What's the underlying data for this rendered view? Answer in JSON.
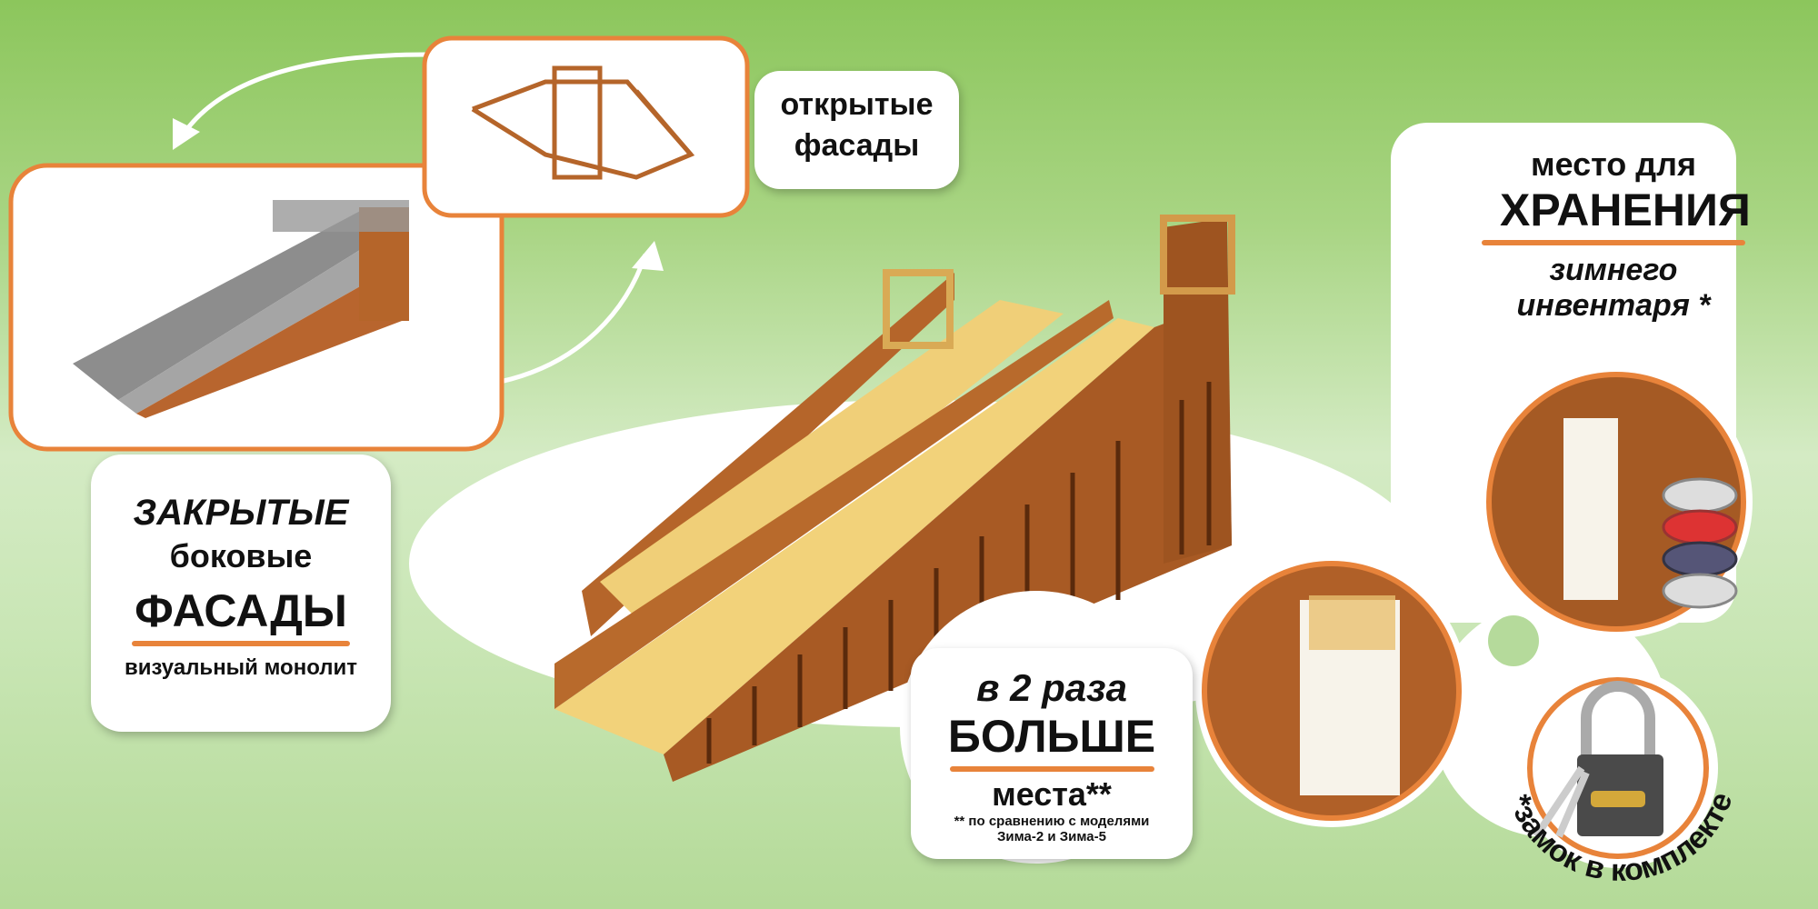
{
  "top_label": {
    "line1": "открытые",
    "line2": "фасады"
  },
  "left_label": {
    "line1": "ЗАКРЫТЫЕ",
    "line2": "боковые",
    "line3": "ФАСАДЫ",
    "line4": "визуальный монолит"
  },
  "storage_label": {
    "line1": "место для",
    "line2": "ХРАНЕНИЯ",
    "line3": "зимнего",
    "line4": "инвентаря *"
  },
  "space_label": {
    "line1": "в 2 раза",
    "line2": "БОЛЬШЕ",
    "line3": "места**",
    "footnote1": "** по сравнению с моделями",
    "footnote2": "Зима-2 и Зима-5"
  },
  "lock_caption": "*замок в комплекте",
  "colors": {
    "accent": "#e8833a",
    "wood": "#b5652a",
    "wood_light": "#f2d27a",
    "background": "#a9d584"
  }
}
